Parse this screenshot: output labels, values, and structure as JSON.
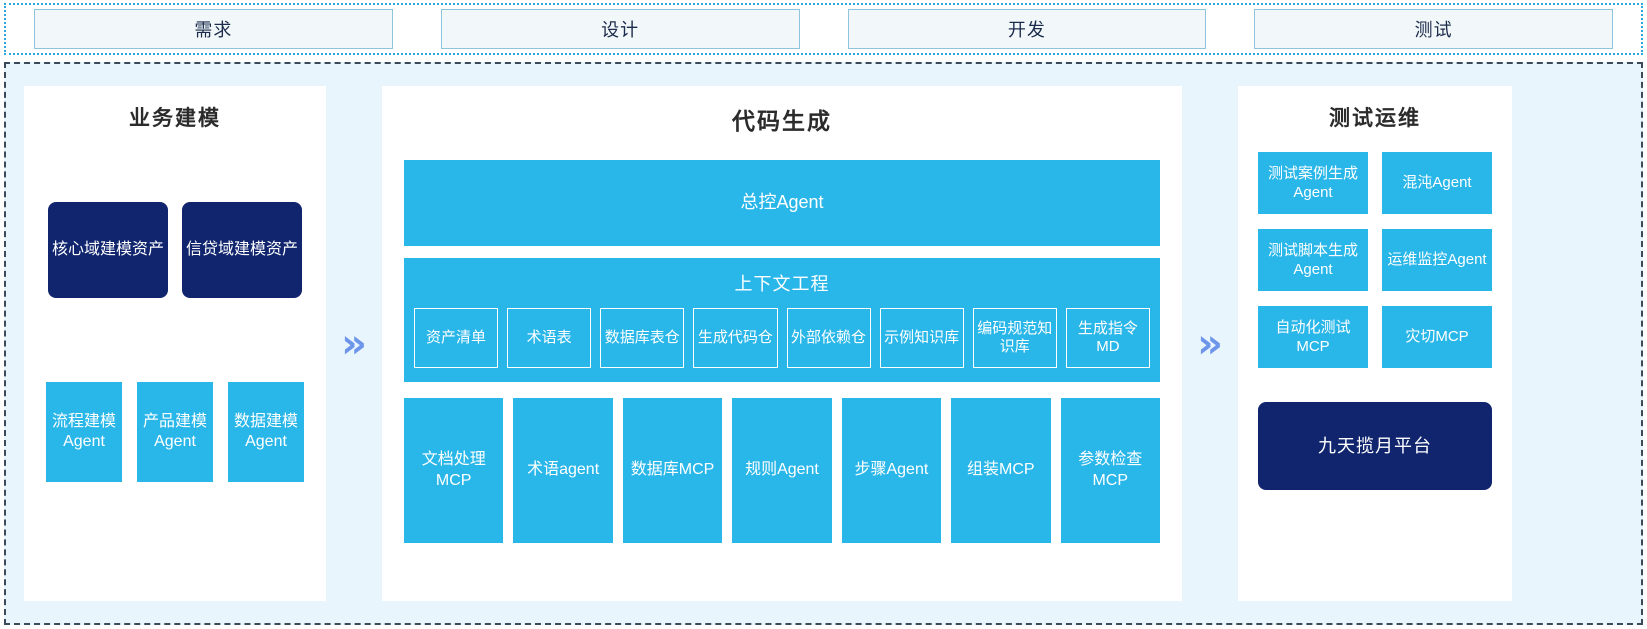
{
  "stages": [
    {
      "label": "需求"
    },
    {
      "label": "设计"
    },
    {
      "label": "开发"
    },
    {
      "label": "测试"
    }
  ],
  "separators": {
    "chevron_glyph": "»",
    "color": "#6d95ea"
  },
  "colors": {
    "navy": "#10256e",
    "cyan": "#29b6e8",
    "region_bg": "#e9f5fd",
    "panel_bg": "#ffffff",
    "stage_border": "#8fc4dd",
    "dashed_border": "#3b4a5a",
    "dotted_border": "#2aa8dd"
  },
  "left_panel": {
    "title": "业务建模",
    "assets": [
      {
        "label": "核心域建模资产"
      },
      {
        "label": "信贷域建模资产"
      }
    ],
    "agents": [
      {
        "label": "流程建模Agent"
      },
      {
        "label": "产品建模Agent"
      },
      {
        "label": "数据建模Agent"
      }
    ]
  },
  "center_panel": {
    "title": "代码生成",
    "master_agent": "总控Agent",
    "context": {
      "title": "上下文工程",
      "chips": [
        {
          "label": "资产清单"
        },
        {
          "label": "术语表"
        },
        {
          "label": "数据库表仓"
        },
        {
          "label": "生成代码仓"
        },
        {
          "label": "外部依赖仓"
        },
        {
          "label": "示例知识库"
        },
        {
          "label": "编码规范知识库"
        },
        {
          "label": "生成指令MD"
        }
      ]
    },
    "tools": [
      {
        "label": "文档处理MCP"
      },
      {
        "label": "术语agent"
      },
      {
        "label": "数据库MCP"
      },
      {
        "label": "规则Agent"
      },
      {
        "label": "步骤Agent"
      },
      {
        "label": "组装MCP"
      },
      {
        "label": "参数检查MCP"
      }
    ]
  },
  "right_panel": {
    "title": "测试运维",
    "items": [
      {
        "label": "测试案例生成Agent"
      },
      {
        "label": "混沌Agent"
      },
      {
        "label": "测试脚本生成Agent"
      },
      {
        "label": "运维监控Agent"
      },
      {
        "label": "自动化测试MCP"
      },
      {
        "label": "灾切MCP"
      }
    ],
    "platform": "九天揽月平台"
  }
}
